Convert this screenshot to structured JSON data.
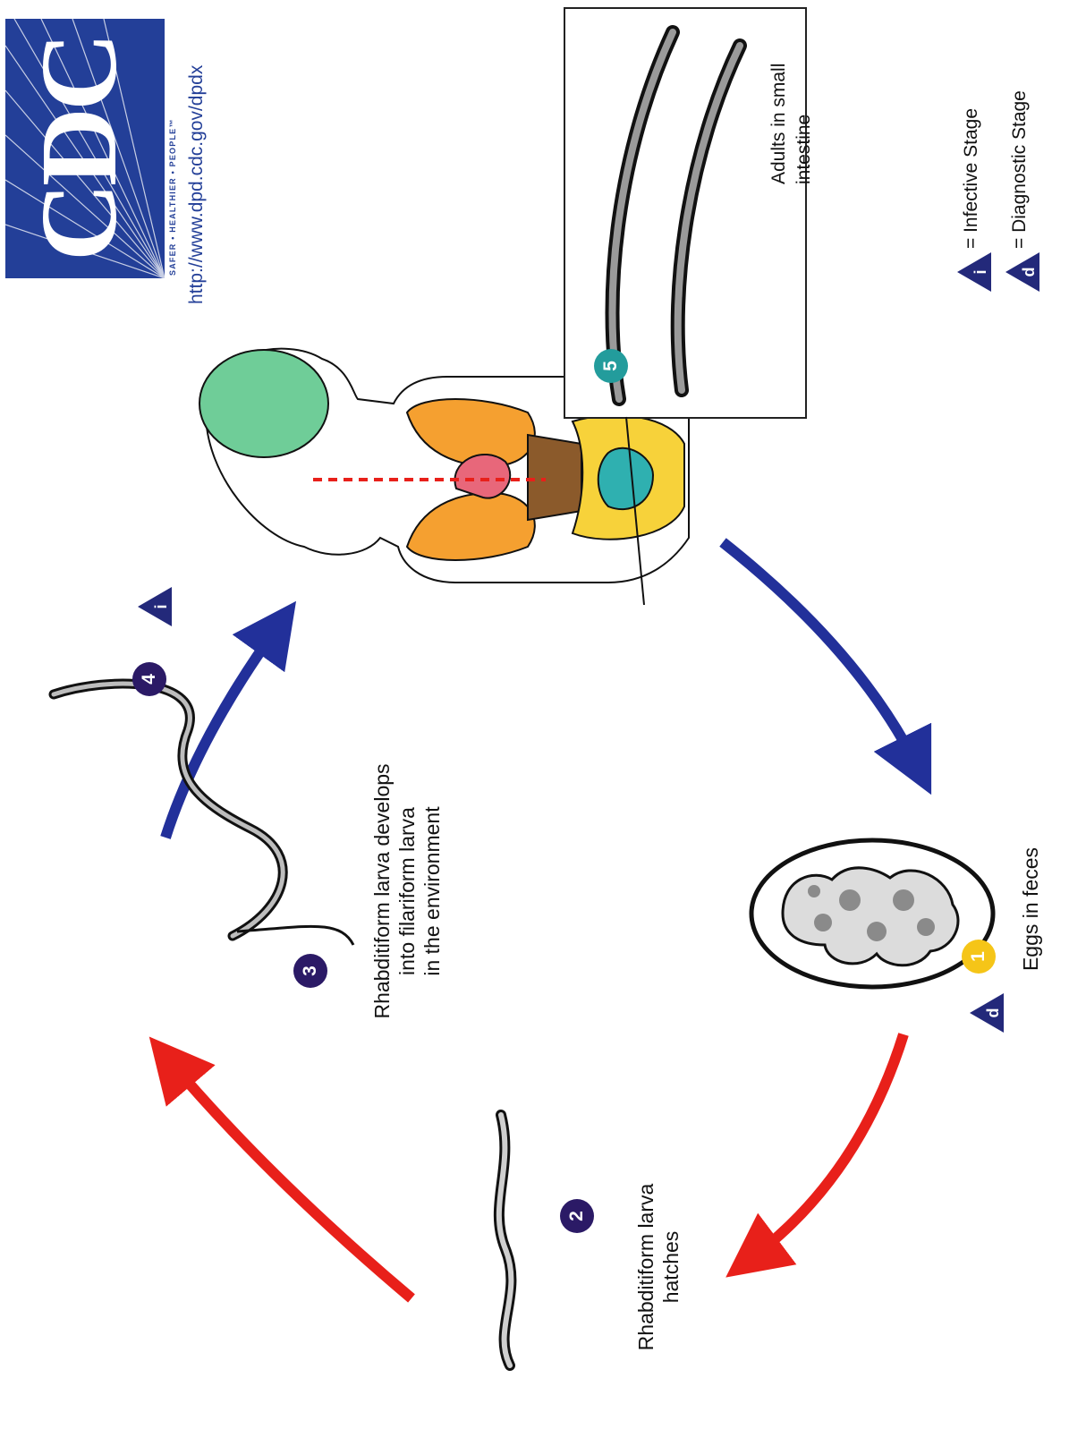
{
  "logo": {
    "mark_text": "CDC",
    "tagline": "SAFER • HEALTHIER • PEOPLE™",
    "url": "http://www.dpd.cdc.gov/dpdx",
    "color": "#233f98"
  },
  "stages": [
    {
      "number": "1",
      "label_lines": [
        "Eggs in feces"
      ],
      "badge_color": "#f5c518"
    },
    {
      "number": "2",
      "label_lines": [
        "Rhabditiform larva",
        "hatches"
      ],
      "badge_color": "#2b1a66"
    },
    {
      "number": "3",
      "label_lines": [
        "Rhabditiform larva develops",
        "into filariform larva",
        "in the environment"
      ],
      "badge_color": "#2b1a66"
    },
    {
      "number": "4",
      "label_lines": [],
      "badge_color": "#2b1a66"
    },
    {
      "number": "5",
      "label_lines": [
        "Adults in small intestine"
      ],
      "badge_color": "#239c9c"
    }
  ],
  "markers": {
    "infective_letter": "i",
    "diagnostic_letter": "d",
    "triangle_color": "#23297a"
  },
  "legend": {
    "infective": {
      "letter": "i",
      "text": "= Infective Stage"
    },
    "diagnostic": {
      "letter": "d",
      "text": "= Diagnostic Stage"
    }
  },
  "arrows": {
    "red": "#e8201a",
    "blue": "#22309a"
  },
  "icons": [
    "cdc-logo",
    "egg-icon",
    "rhabditiform-larva-icon",
    "filariform-larva-icon",
    "human-body-icon",
    "adult-worms-icon"
  ]
}
